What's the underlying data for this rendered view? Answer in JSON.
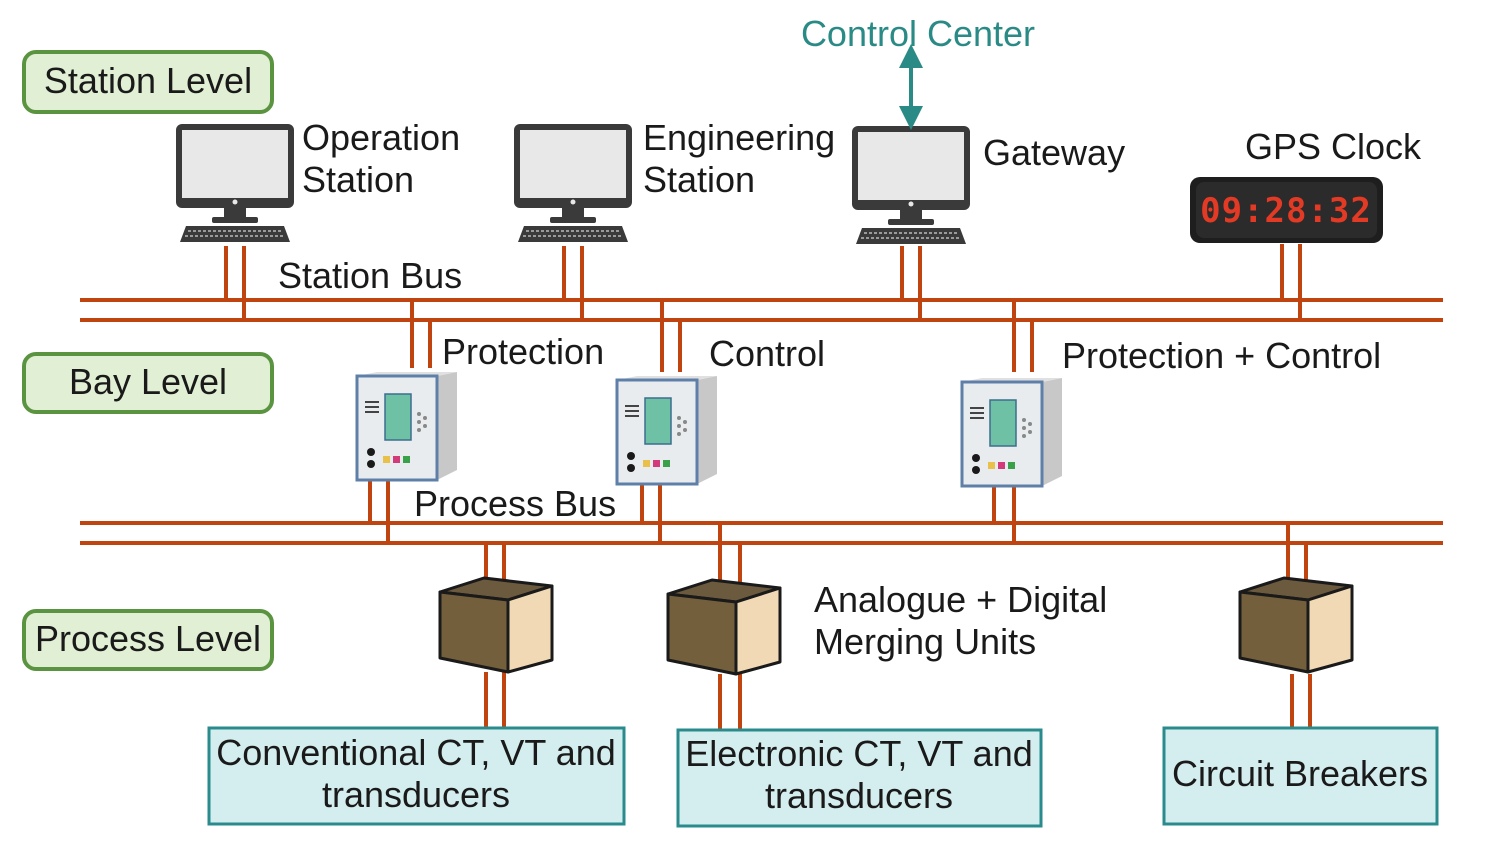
{
  "levels": {
    "station": "Station Level",
    "bay": "Bay Level",
    "process": "Process Level"
  },
  "control_center": "Control Center",
  "station": {
    "operation_line1": "Operation",
    "operation_line2": "Station",
    "engineering_line1": "Engineering",
    "engineering_line2": "Station",
    "gateway": "Gateway",
    "gps_clock": "GPS Clock",
    "clock_time": "09:28:32"
  },
  "buses": {
    "station_bus": "Station Bus",
    "process_bus": "Process Bus"
  },
  "bay": {
    "ied1": "Protection",
    "ied2": "Control",
    "ied3": "Protection + Control"
  },
  "process": {
    "mu_line1": "Analogue + Digital",
    "mu_line2": "Merging Units",
    "box1_line1": "Conventional CT, VT and",
    "box1_line2": "transducers",
    "box2_line1": "Electronic CT, VT and",
    "box2_line2": "transducers",
    "box3": "Circuit Breakers"
  },
  "colors": {
    "bus": "#c0440f",
    "level_fill": "#e1efd4",
    "level_border": "#5a9440",
    "device_box_fill": "#d4edee",
    "device_box_border": "#2a8b8c",
    "control_center": "#2a8a85",
    "clock_digits": "#e23a24"
  }
}
